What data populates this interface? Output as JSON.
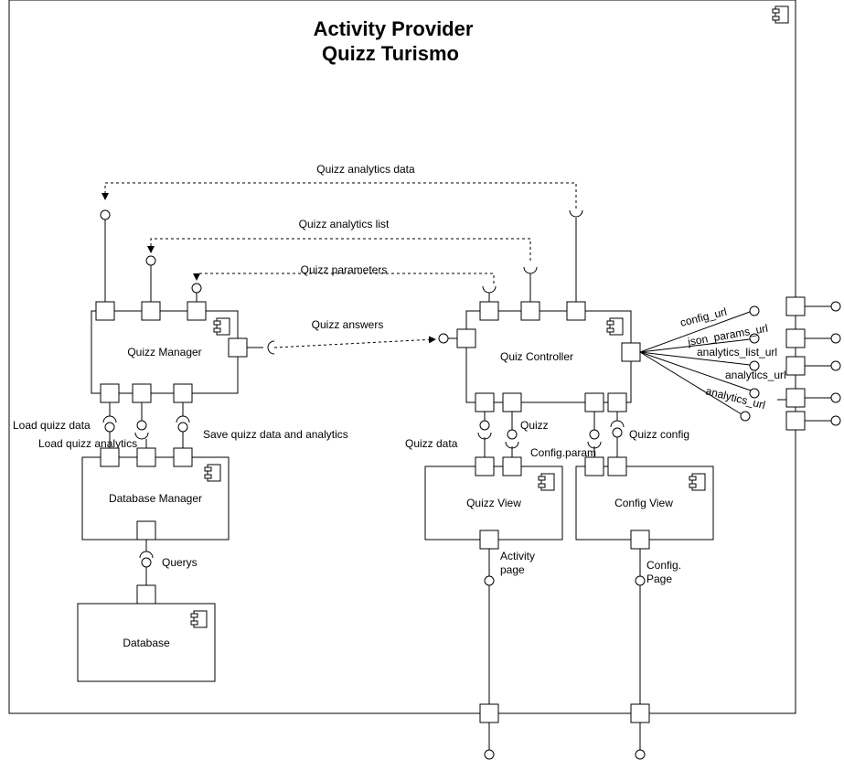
{
  "diagram": {
    "title_line1": "Activity Provider",
    "title_line2": "Quizz Turismo",
    "components": {
      "quizz_manager": "Quizz Manager",
      "quiz_controller": "Quiz Controller",
      "database_manager": "Database Manager",
      "database": "Database",
      "quizz_view": "Quizz View",
      "config_view": "Config View"
    },
    "connections": {
      "analytics_data": "Quizz analytics data",
      "analytics_list": "Quizz analytics list",
      "parameters": "Quizz parameters",
      "answers": "Quizz answers"
    },
    "interfaces": {
      "load_quizz_data": "Load quizz data",
      "load_quizz_analytics": "Load quizz analytics",
      "save_quizz": "Save quizz data and analytics",
      "querys": "Querys",
      "quizz_data": "Quizz data",
      "quizz": "Quizz",
      "config_param": "Config.param",
      "quizz_config": "Quizz config",
      "activity_page_1": "Activity",
      "activity_page_2": "page",
      "config_page_1": "Config.",
      "config_page_2": "Page"
    },
    "external_urls": {
      "config_url": "config_url",
      "json_params_url": "json_params_url",
      "analytics_list_url": "analytics_list_url",
      "analytics_url_1": "analytics_url",
      "analytics_url_2": "analytics_url"
    }
  }
}
